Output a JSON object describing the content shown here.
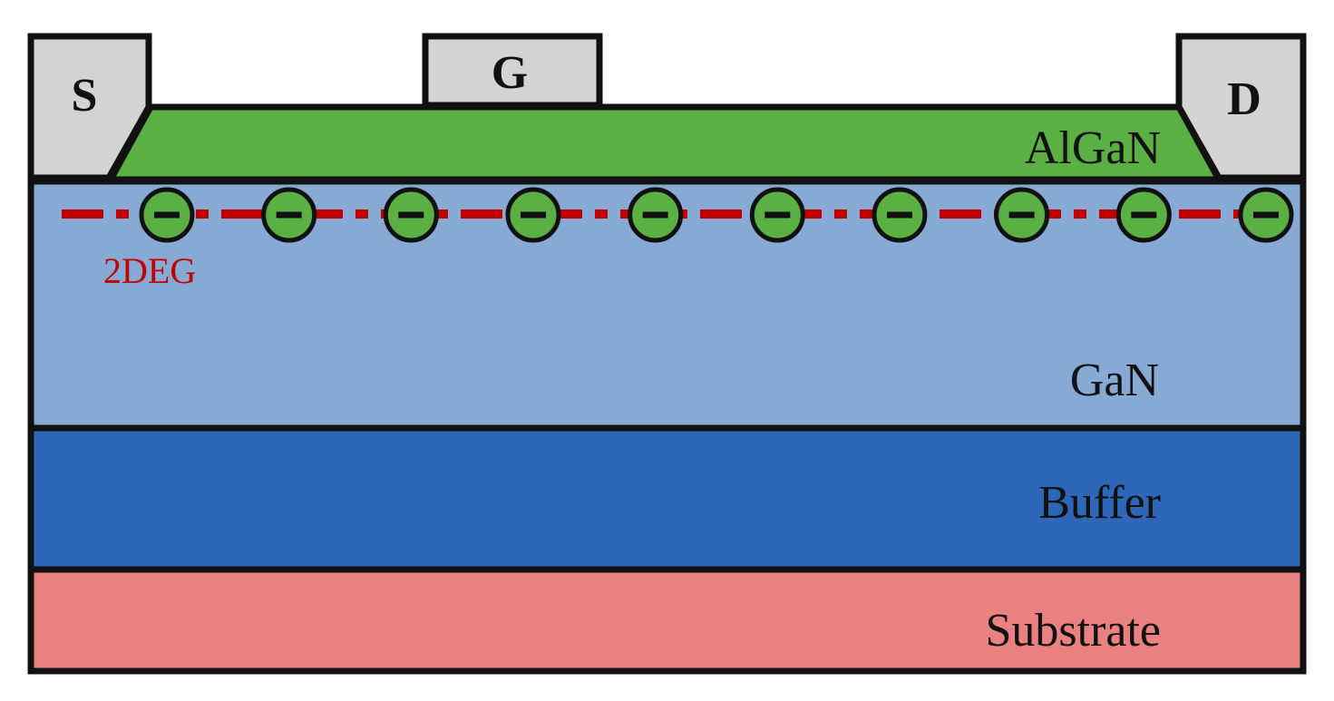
{
  "contacts": {
    "source": "S",
    "gate": "G",
    "drain": "D",
    "fill": "#d3d3d3"
  },
  "layers": [
    {
      "key": "algan",
      "label": "AlGaN",
      "fill": "#5bb044"
    },
    {
      "key": "gan",
      "label": "GaN",
      "fill": "#86aad3"
    },
    {
      "key": "buffer",
      "label": "Buffer",
      "fill": "#2e66b8"
    },
    {
      "key": "substrate",
      "label": "Substrate",
      "fill": "#e98180"
    }
  ],
  "channel": {
    "label": "2DEG",
    "line_color": "#c00000",
    "electron_count": 10,
    "electron_fill": "#5bb044",
    "electron_icon": "electron-minus-icon"
  },
  "outline_color": "#111111"
}
